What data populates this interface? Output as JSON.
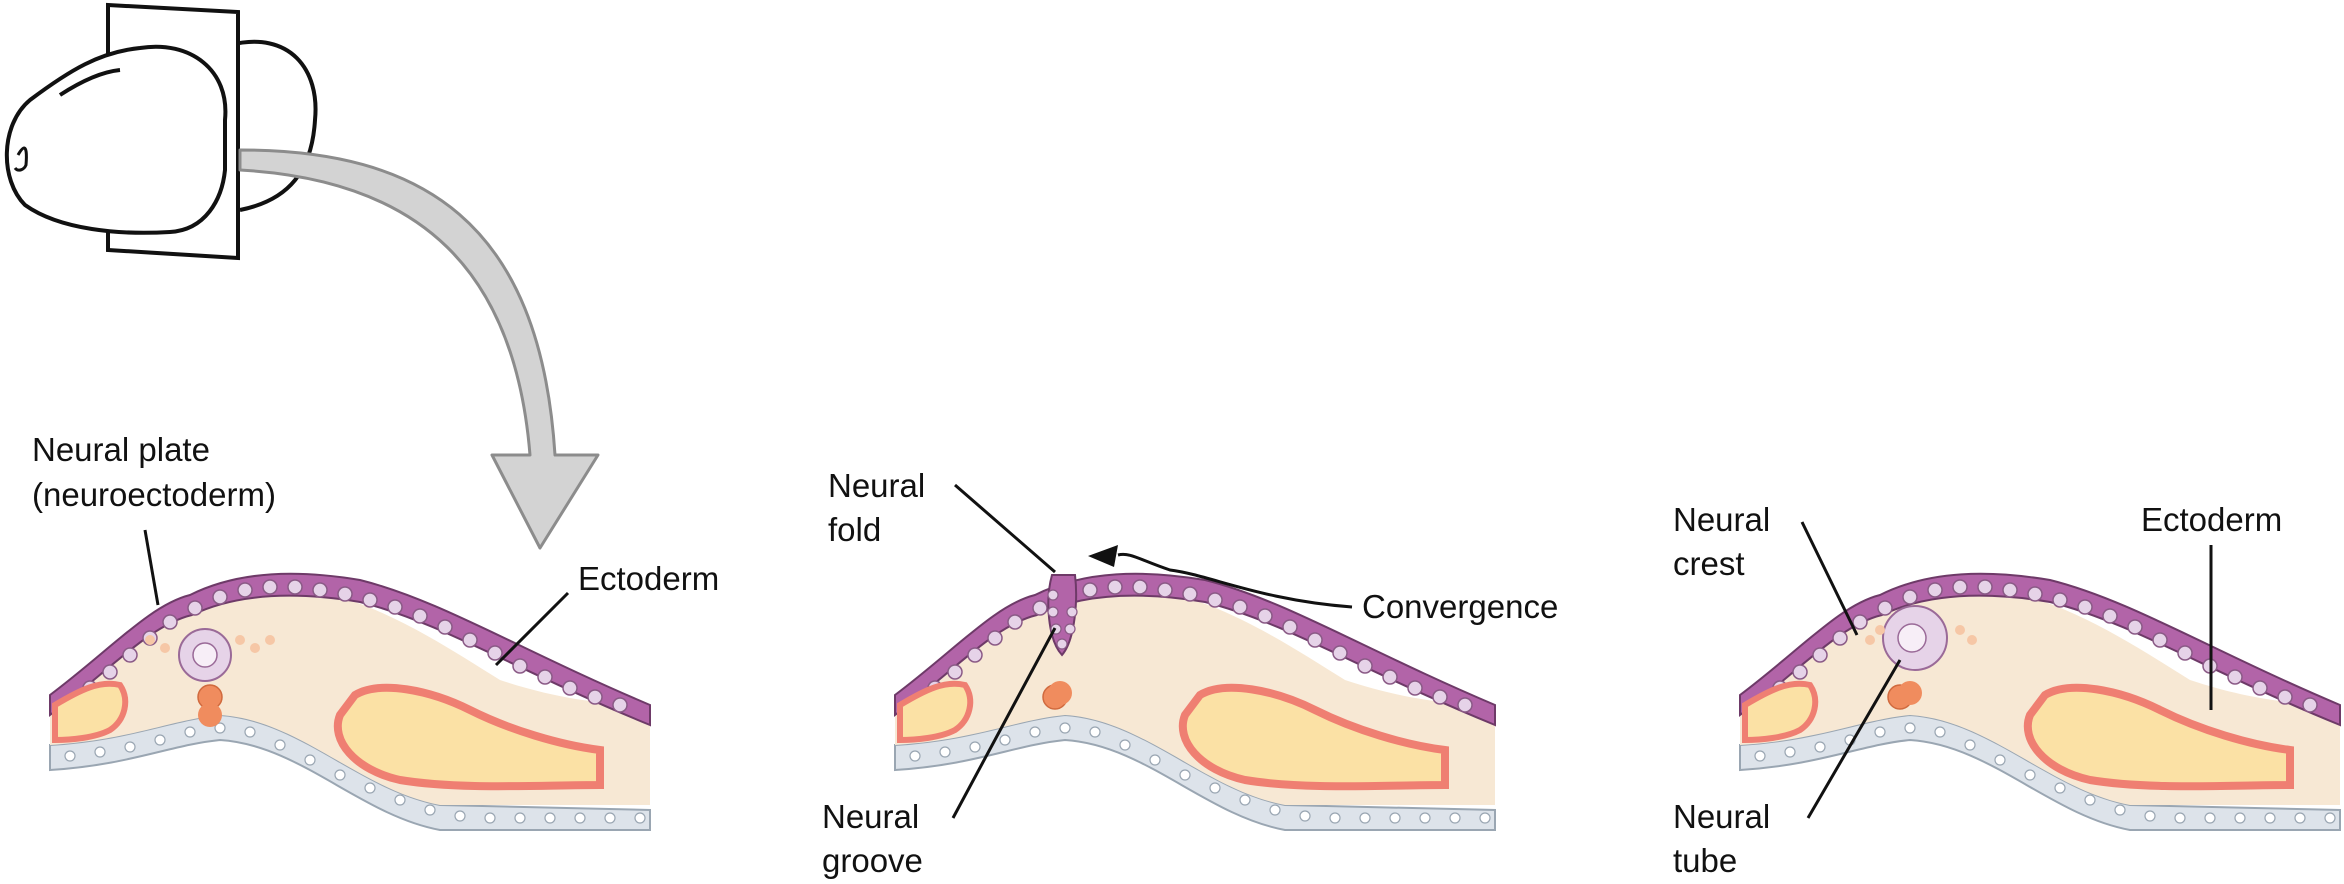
{
  "labels": {
    "panel1": {
      "neural_plate": "Neural plate",
      "neuroectoderm": "(neuroectoderm)",
      "ectoderm": "Ectoderm"
    },
    "panel2": {
      "neural_fold_1": "Neural",
      "neural_fold_2": "fold",
      "convergence": "Convergence",
      "neural_groove_1": "Neural",
      "neural_groove_2": "groove"
    },
    "panel3": {
      "neural_crest_1": "Neural",
      "neural_crest_2": "crest",
      "ectoderm": "Ectoderm",
      "neural_tube_1": "Neural",
      "neural_tube_2": "tube"
    }
  },
  "colors": {
    "ectoderm": "#b264a8",
    "ectoderm_light": "#d7b6d9",
    "ectoderm_cell": "#e6d3e8",
    "mesoderm": "#f7e8d4",
    "mesoderm_core": "#fbe1a5",
    "somite": "#ef7f72",
    "somite_light": "#f6b9a6",
    "endoderm": "#dde3ea",
    "notochord": "#f08c5e",
    "arrow_fill": "#d3d3d3",
    "arrow_stroke": "#8c8c8c"
  }
}
